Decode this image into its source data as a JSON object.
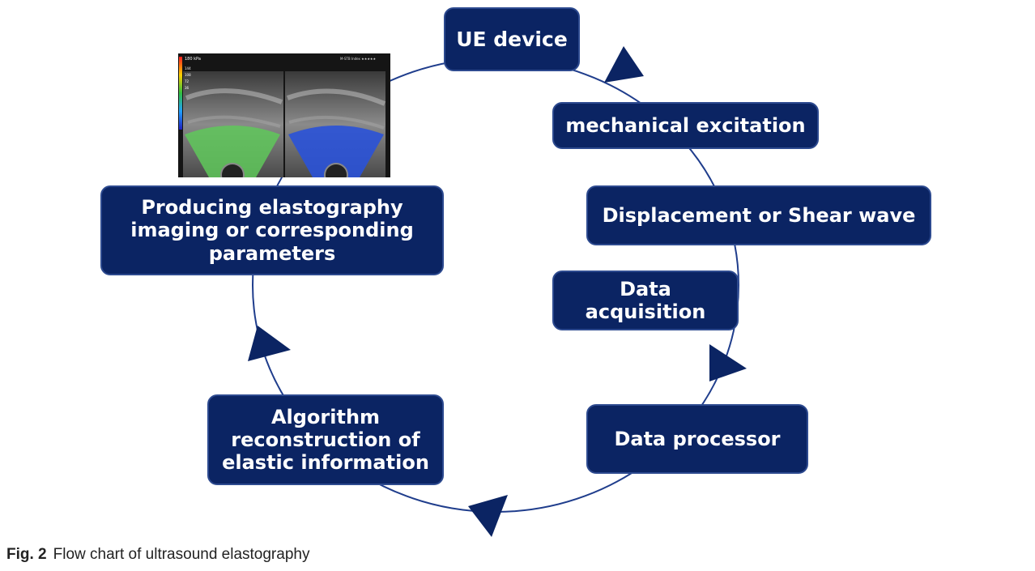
{
  "nodes": {
    "ue_device": "UE device",
    "mechanical_excitation": "mechanical excitation",
    "displacement": "Displacement or Shear wave",
    "data_acquisition": "Data\nacquisition",
    "data_processor": "Data processor",
    "algorithm": "Algorithm\nreconstruction of\nelastic information",
    "producing": "Producing elastography\nimaging or corresponding\nparameters"
  },
  "caption": {
    "label": "Fig. 2",
    "text": "Flow chart of ultrasound elastography"
  },
  "ultrasound_image": {
    "icon": "ultrasound-elastography-image",
    "scale_top": "180 kPa",
    "scale_ticks": [
      "144",
      "108",
      "72",
      "36"
    ],
    "header_right": "M-STB Index ★★★★★"
  },
  "colors": {
    "node_fill": "#0b2463",
    "connector": "#1f3d8c",
    "arrow": "#0b2463"
  }
}
